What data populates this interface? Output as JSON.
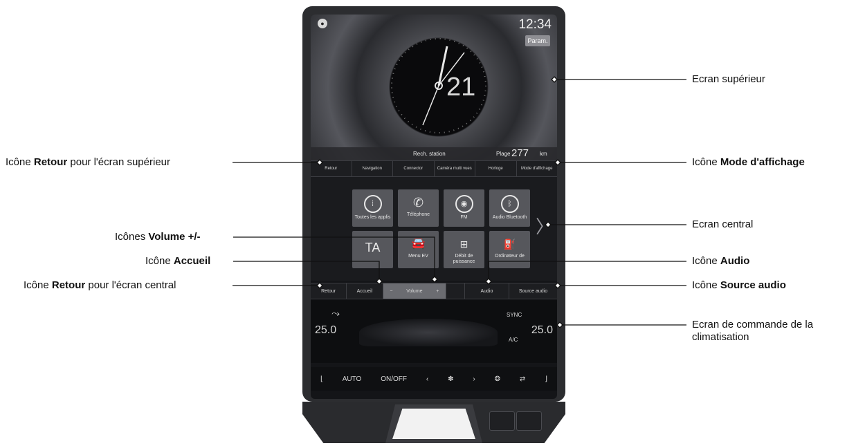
{
  "device": {
    "clock": "12:34",
    "param_label": "Param.",
    "date_number": "21",
    "station_label": "Rech. station",
    "range_label": "Plage",
    "range_value": "277",
    "range_unit": "km",
    "top_nav": [
      "Retour",
      "Navigation",
      "Connector",
      "Caméra multi vues",
      "Horloge",
      "Mode d'affichage"
    ],
    "tiles": [
      "Toutes les applis",
      "Téléphone",
      "FM",
      "Audio Bluetooth",
      "TA",
      "Menu EV",
      "Débit de puissance",
      "Ordinateur de"
    ],
    "bottom_nav": {
      "back": "Retour",
      "home": "Accueil",
      "vol_minus": "−",
      "volume": "Volume",
      "vol_plus": "+",
      "audio": "Audio",
      "source": "Source audio"
    },
    "climate": {
      "temp_left": "25.0",
      "temp_right": "25.0",
      "sync": "SYNC",
      "ac": "A/C",
      "auto": "AUTO",
      "onoff": "ON/OFF"
    }
  },
  "callouts": {
    "retour_sup_pre": "Icône ",
    "retour_sup_bold": "Retour",
    "retour_sup_post": " pour l'écran supérieur",
    "volume_pre": "Icônes ",
    "volume_bold": "Volume +/-",
    "accueil_pre": "Icône ",
    "accueil_bold": "Accueil",
    "retour_cen_pre": "Icône ",
    "retour_cen_bold": "Retour",
    "retour_cen_post": " pour l'écran central",
    "ecran_sup": "Ecran supérieur",
    "mode_pre": "Icône ",
    "mode_bold": "Mode d'affichage",
    "ecran_central": "Ecran central",
    "audio_pre": "Icône ",
    "audio_bold": "Audio",
    "source_pre": "Icône ",
    "source_bold": "Source audio",
    "clim_line1": "Ecran de commande de la",
    "clim_line2": "climatisation"
  }
}
